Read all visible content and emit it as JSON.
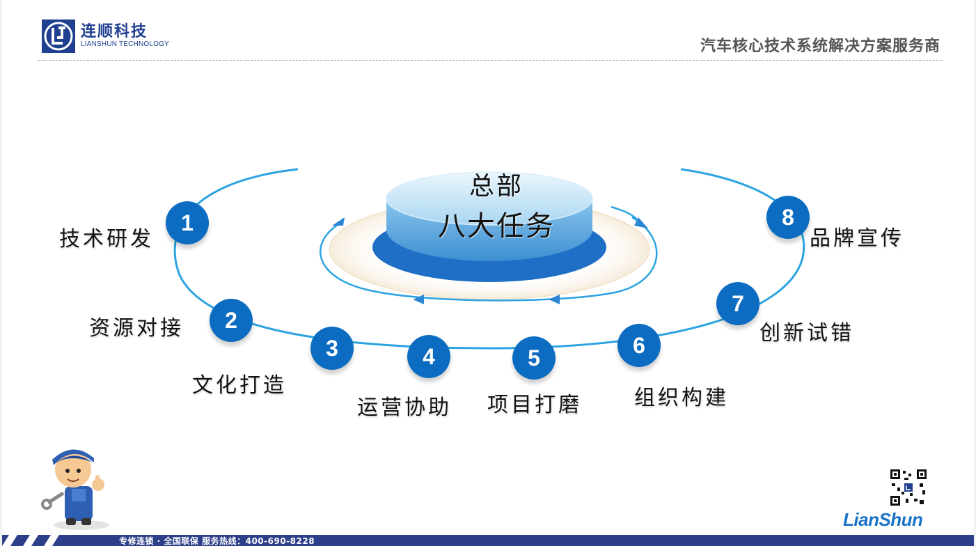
{
  "header": {
    "company_cn": "连顺科技",
    "company_en": "LIANSHUN TECHNOLOGY",
    "tagline": "汽车核心技术系统解决方案服务商"
  },
  "center": {
    "line1": "总部",
    "line2": "八大任务"
  },
  "tasks": [
    {
      "number": "1",
      "label": "技术研发"
    },
    {
      "number": "2",
      "label": "资源对接"
    },
    {
      "number": "3",
      "label": "文化打造"
    },
    {
      "number": "4",
      "label": "运营协助"
    },
    {
      "number": "5",
      "label": "项目打磨"
    },
    {
      "number": "6",
      "label": "组织构建"
    },
    {
      "number": "7",
      "label": "创新试错"
    },
    {
      "number": "8",
      "label": "品牌宣传"
    }
  ],
  "footer": {
    "text": "专修连锁 · 全国联保    服务热线：400-690-8228",
    "brand": "LianShun"
  },
  "colors": {
    "badge": "#0b6cc1",
    "ring": "#2ba3e0",
    "header_blue": "#1f3f8f",
    "footer_bar": "#2e3f8a"
  },
  "icons": {
    "logo": "lianshun-logo-icon",
    "mascot": "mechanic-mascot-icon",
    "qr": "qr-code-icon"
  }
}
